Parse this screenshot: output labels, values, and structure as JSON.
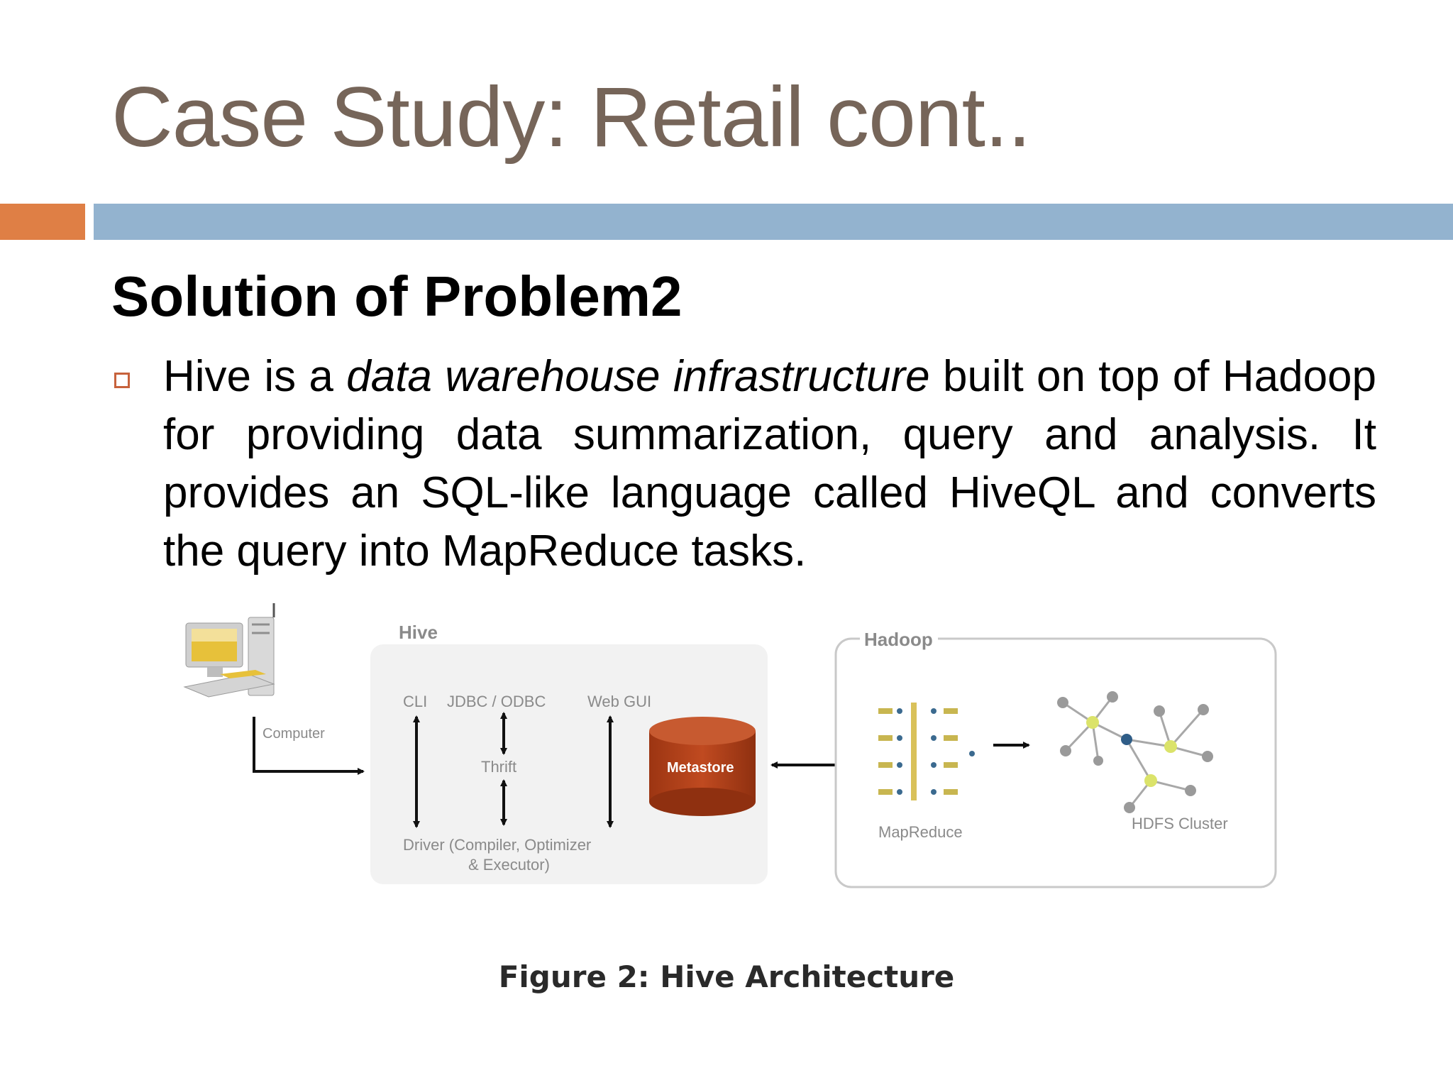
{
  "slide": {
    "title": "Case Study: Retail cont..",
    "subheading": "Solution of Problem2",
    "bullet": {
      "part1": "Hive is a ",
      "emphasis": "data warehouse infrastructure",
      "part2": " built on top of Hadoop for providing data summarization, query and analysis. It provides an SQL-like language called HiveQL and converts the query into MapReduce tasks."
    },
    "caption": "Figure 2: Hive Architecture"
  },
  "diagram": {
    "computer_label": "Computer",
    "hive_label": "Hive",
    "cli_label": "CLI",
    "jdbc_label": "JDBC / ODBC",
    "webgui_label": "Web GUI",
    "thrift_label": "Thrift",
    "driver_label_line1": "Driver (Compiler, Optimizer",
    "driver_label_line2": "& Executor)",
    "metastore_label": "Metastore",
    "hadoop_label": "Hadoop",
    "mapreduce_label": "MapReduce",
    "hdfs_label": "HDFS Cluster"
  },
  "colors": {
    "title": "#766559",
    "accent_orange": "#df7f45",
    "accent_blue": "#93b3cf",
    "metastore": "#b5421c"
  }
}
